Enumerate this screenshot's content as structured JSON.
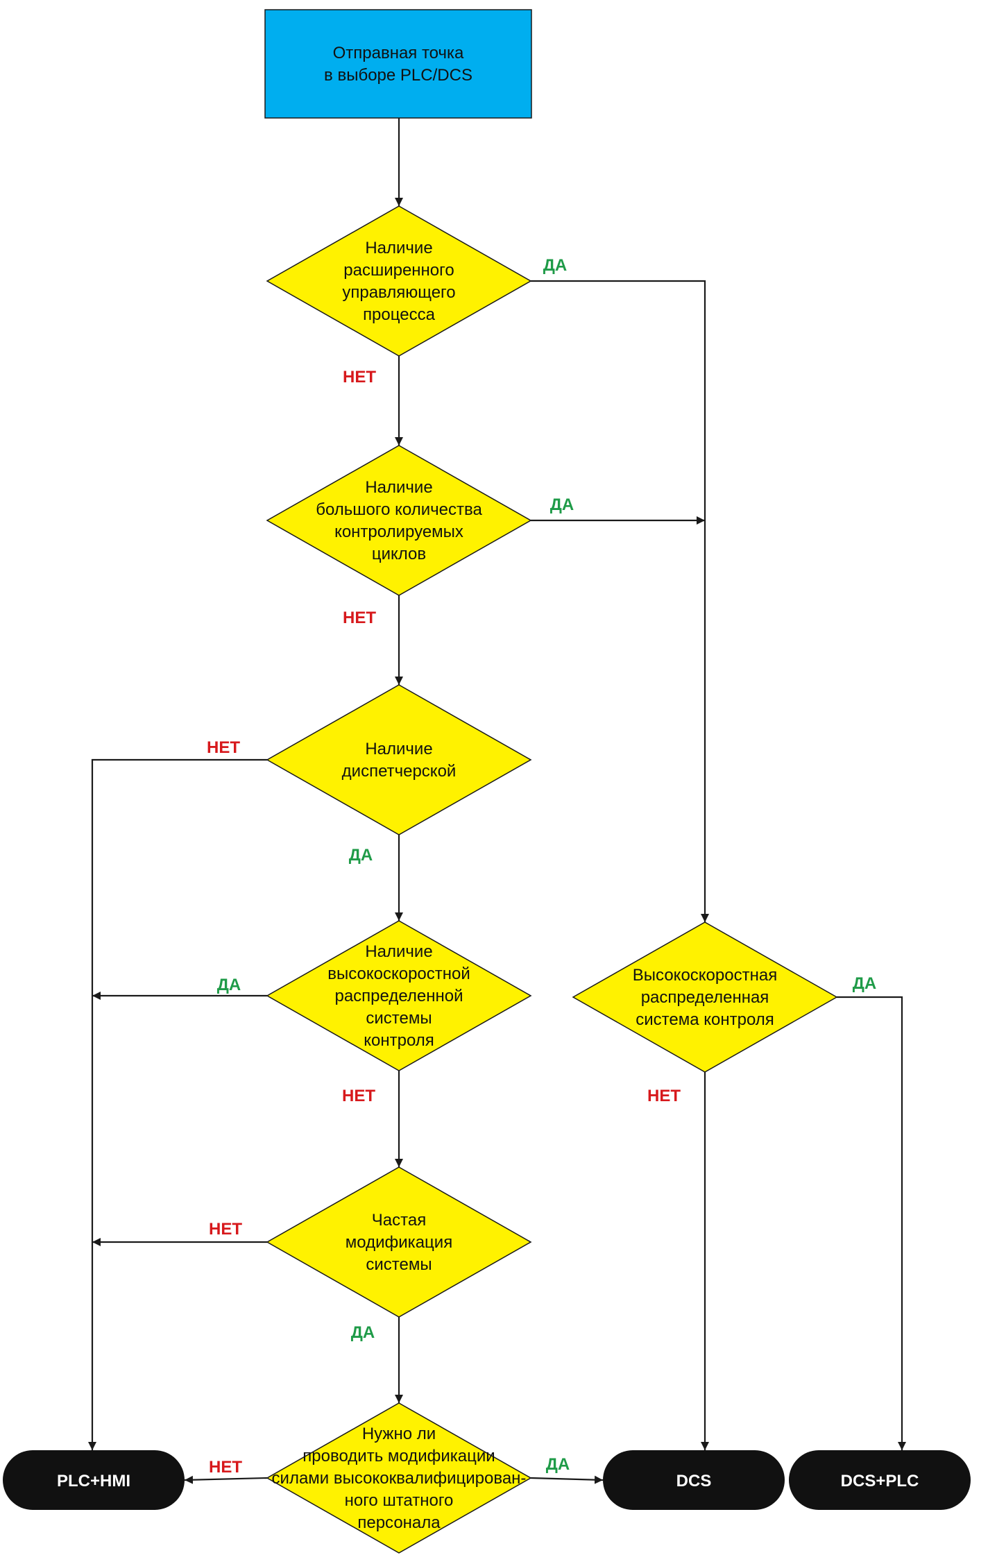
{
  "colors": {
    "start_fill": "#00AEEF",
    "decision_fill": "#FFF200",
    "terminal_fill": "#111111",
    "yes_color": "#1F9B48",
    "no_color": "#D7191C",
    "line_color": "#1A1A1A"
  },
  "labels": {
    "yes": "ДА",
    "no": "НЕТ"
  },
  "start": {
    "lines": [
      "Отправная точка",
      "в выборе PLC/DCS"
    ]
  },
  "decisions": [
    {
      "id": "d1",
      "lines": [
        "Наличие",
        "расширенного",
        "управляющего",
        "процесса"
      ]
    },
    {
      "id": "d2",
      "lines": [
        "Наличие",
        "большого количества",
        "контролируемых",
        "циклов"
      ]
    },
    {
      "id": "d3",
      "lines": [
        "Наличие",
        "диспетчерской"
      ]
    },
    {
      "id": "d4",
      "lines": [
        "Наличие",
        "высокоскоростной",
        "распределенной",
        "системы",
        "контроля"
      ]
    },
    {
      "id": "d5",
      "lines": [
        "Частая",
        "модификация",
        "системы"
      ]
    },
    {
      "id": "d6",
      "lines": [
        "Нужно ли",
        "проводить модификации",
        "силами высококвалифицирован-",
        "ного штатного",
        "персонала"
      ]
    },
    {
      "id": "d7",
      "lines": [
        "Высокоскоростная",
        "распределенная",
        "система контроля"
      ]
    }
  ],
  "terminals": [
    {
      "id": "t1",
      "label": "PLC+HMI"
    },
    {
      "id": "t2",
      "label": "DCS"
    },
    {
      "id": "t3",
      "label": "DCS+PLC"
    }
  ],
  "edges": [
    {
      "from": "start",
      "to": "d1",
      "label": ""
    },
    {
      "from": "d1",
      "to": "d2",
      "label": "no"
    },
    {
      "from": "d1",
      "to": "d7",
      "label": "yes"
    },
    {
      "from": "d2",
      "to": "d3",
      "label": "no"
    },
    {
      "from": "d2",
      "to": "d7",
      "label": "yes"
    },
    {
      "from": "d3",
      "to": "t1",
      "label": "no"
    },
    {
      "from": "d3",
      "to": "d4",
      "label": "yes"
    },
    {
      "from": "d4",
      "to": "t1",
      "label": "yes"
    },
    {
      "from": "d4",
      "to": "d5",
      "label": "no"
    },
    {
      "from": "d5",
      "to": "t1",
      "label": "no"
    },
    {
      "from": "d5",
      "to": "d6",
      "label": "yes"
    },
    {
      "from": "d6",
      "to": "t1",
      "label": "no"
    },
    {
      "from": "d6",
      "to": "t2",
      "label": "yes"
    },
    {
      "from": "d7",
      "to": "t2",
      "label": "no"
    },
    {
      "from": "d7",
      "to": "t3",
      "label": "yes"
    }
  ]
}
